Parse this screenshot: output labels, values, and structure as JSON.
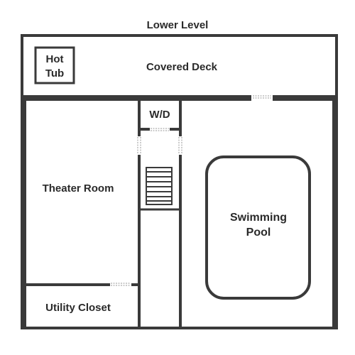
{
  "title": "Lower Level",
  "rooms": {
    "hot_tub": {
      "line1": "Hot",
      "line2": "Tub"
    },
    "covered_deck": "Covered Deck",
    "washer_dryer": "W/D",
    "theater_room": "Theater Room",
    "swimming_pool": {
      "line1": "Swimming",
      "line2": "Pool"
    },
    "utility_closet": "Utility Closet"
  },
  "colors": {
    "wall": "#3a3a3a",
    "text": "#2a2a2a",
    "door_marker": "#9a9a9a",
    "background": "#ffffff"
  }
}
